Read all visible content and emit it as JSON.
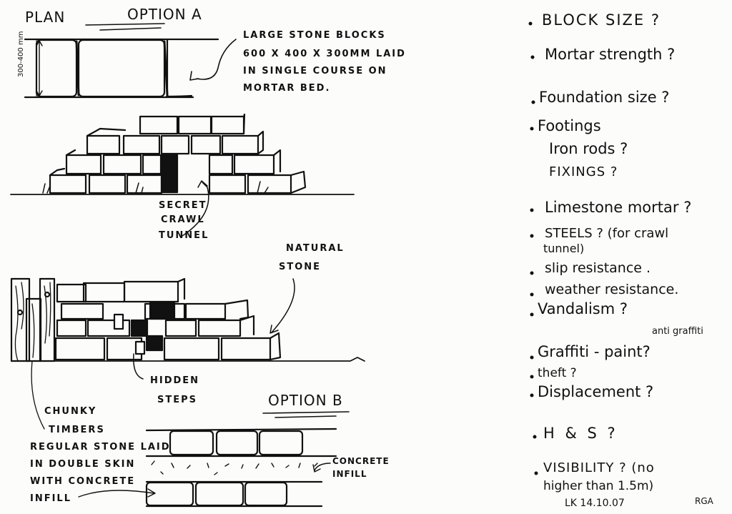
{
  "option_a": {
    "plan_label": "PLAN",
    "title": "OPTION A",
    "dimension": "300-400 mm",
    "block_note": [
      "LARGE STONE BLOCKS",
      "600 x 400 x 300mm LAID",
      "IN SINGLE COURSE ON",
      "MORTAR BED."
    ],
    "tunnel_label": [
      "SECRET",
      "CRAWL",
      "TUNNEL"
    ]
  },
  "elevation_b": {
    "natural_stone": [
      "NATURAL",
      "STONE"
    ],
    "hidden_steps": [
      "HIDDEN",
      "STEPS"
    ],
    "timbers": [
      "CHUNKY",
      "TIMBERS"
    ]
  },
  "option_b": {
    "title": "OPTION B",
    "note": [
      "REGULAR STONE LAID",
      "IN DOUBLE SKIN",
      "WITH CONCRETE",
      "INFILL"
    ],
    "infill_label": [
      "CONCRETE",
      "INFILL"
    ]
  },
  "questions": [
    "BLOCK SIZE ?",
    "Mortar strength ?",
    "Foundation size ?",
    "Footings",
    "Iron rods ?",
    "FIXINGS ?",
    "Limestone mortar ?",
    "STEELS ? (for crawl",
    "tunnel)",
    "slip resistance .",
    "weather resistance.",
    "Vandalism ?",
    "anti graffiti",
    "Graffiti - paint?",
    "theft ?",
    "Displacement ?",
    "H & S ?",
    "VISIBILITY ? (no",
    "higher than 1.5m)"
  ],
  "signature": {
    "initials_left": "LK 14.10.07",
    "initials_right": "RGA"
  }
}
